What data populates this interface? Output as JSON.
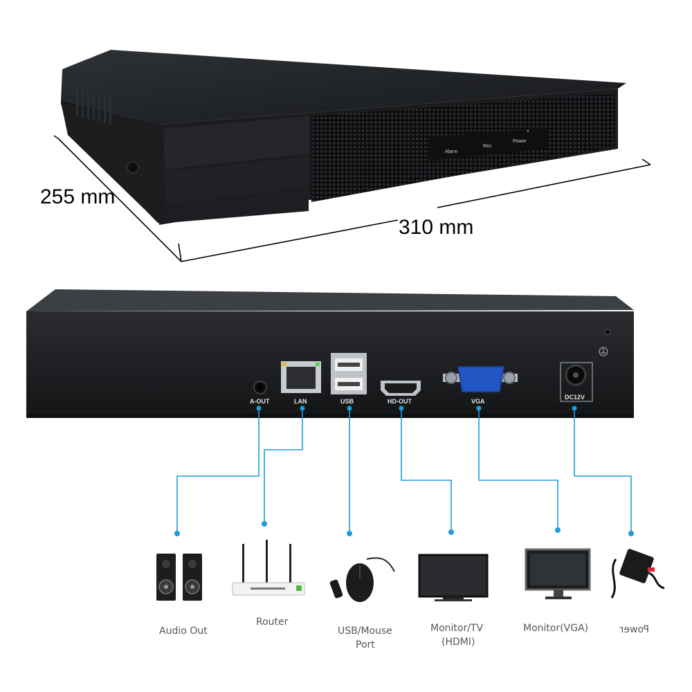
{
  "dimensions": {
    "depth": "255 mm",
    "width": "310 mm"
  },
  "front_panel": {
    "indicators": [
      "Alarm",
      "Rec",
      "Power"
    ]
  },
  "rear_panel": {
    "ports": [
      "A-OUT",
      "LAN",
      "USB",
      "HD-OUT",
      "VGA",
      "DC12V"
    ]
  },
  "devices": [
    {
      "label": "Audio Out",
      "icon": "speakers-icon"
    },
    {
      "label": "Router",
      "icon": "router-icon"
    },
    {
      "label_line1": "USB/Mouse",
      "label_line2": "Port",
      "icon": "mouse-icon"
    },
    {
      "label_line1": "Monitor/TV",
      "label_line2": "(HDMI)",
      "icon": "monitor-hdmi-icon"
    },
    {
      "label": "Monitor(VGA)",
      "icon": "monitor-vga-icon"
    },
    {
      "label": "Power",
      "icon": "power-adapter-icon",
      "mirrored": true
    }
  ],
  "colors": {
    "chassis": "#1a1c1e",
    "connector_line": "#1c9cd8",
    "vga_port": "#2255c4"
  }
}
